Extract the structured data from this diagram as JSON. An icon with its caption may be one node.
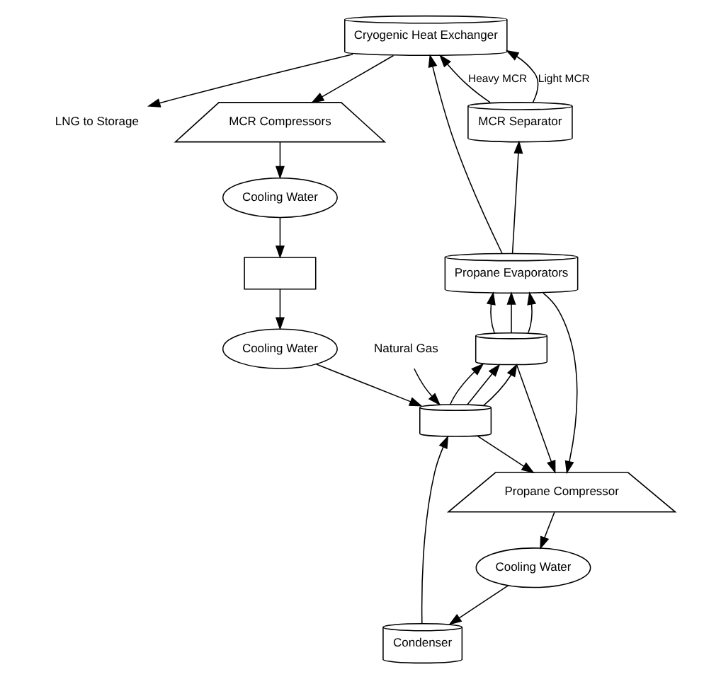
{
  "diagram": {
    "nodes": [
      {
        "text": [
          "Cryogenic Heat Exchanger"
        ]
      },
      {
        "text": [
          "LNG to Storage"
        ]
      },
      {
        "text": [
          "MCR Separator"
        ]
      },
      {
        "text": [
          "MCR Compressors"
        ]
      },
      {
        "text": [
          "Cooling Water"
        ]
      },
      {
        "text": [],
        "shape": "box"
      },
      {
        "text": [
          "Cooling Water"
        ]
      },
      {
        "text": [
          "Propane Evaporators"
        ]
      },
      {
        "text": [],
        "shape": "cylinder"
      },
      {
        "text": [],
        "shape": "cylinder"
      },
      {
        "text": [
          "Propane Compressor"
        ]
      },
      {
        "text": [
          "Cooling Water"
        ]
      },
      {
        "text": [
          "Condenser"
        ]
      },
      {
        "text": [
          "Natural Gas"
        ]
      }
    ],
    "edges": [
      {
        "from": 0,
        "to": 1,
        "arrow": "to"
      },
      {
        "from": 2,
        "to": 0,
        "arrow": "to",
        "label": "Light MCR"
      },
      {
        "from": 2,
        "to": 0,
        "arrow": "to",
        "label": "Heavy MCR"
      },
      {
        "from": 0,
        "to": 3,
        "arrow": "to"
      },
      {
        "from": 3,
        "to": 4,
        "arrow": "to"
      },
      {
        "from": 4,
        "to": 5,
        "arrow": "to"
      },
      {
        "from": 5,
        "to": 6,
        "arrow": "to"
      },
      {
        "from": 6,
        "to": 9,
        "arrow": "to"
      },
      {
        "from": 9,
        "to": 8,
        "arrow": "to"
      },
      {
        "from": 8,
        "to": 7,
        "arrow": "to"
      },
      {
        "from": 7,
        "to": 2,
        "arrow": "to"
      },
      {
        "from": 13,
        "to": 9,
        "arrow": "to"
      },
      {
        "from": 9,
        "to": 8,
        "arrow": "to"
      },
      {
        "from": 8,
        "to": 7,
        "arrow": "to"
      },
      {
        "from": 7,
        "to": 0,
        "arrow": "to"
      },
      {
        "from": 7,
        "to": 10,
        "arrow": "to"
      },
      {
        "from": 8,
        "to": 10,
        "arrow": "to"
      },
      {
        "from": 9,
        "to": 10,
        "arrow": "to"
      },
      {
        "from": 10,
        "to": 11,
        "arrow": "to"
      },
      {
        "from": 11,
        "to": 12,
        "arrow": "to"
      },
      {
        "from": 12,
        "to": 9,
        "arrow": "to"
      },
      {
        "from": 9,
        "to": 8,
        "arrow": "to"
      },
      {
        "from": 8,
        "to": 7,
        "arrow": "to"
      }
    ]
  }
}
